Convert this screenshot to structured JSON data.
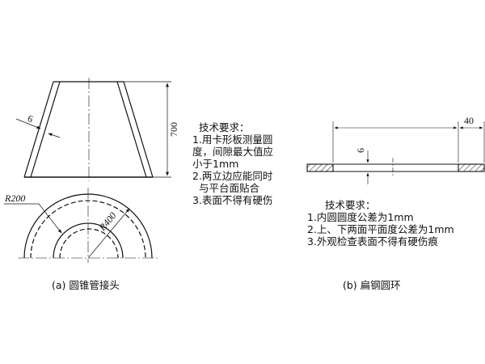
{
  "figure_a": {
    "dims": {
      "thickness": "6",
      "height": "700",
      "outer_radius": "R200",
      "inner_radius": "R400"
    },
    "requirements": {
      "title": "技术要求：",
      "lines": [
        "1.用卡形板测量圆",
        "度，间隙最大值应",
        "小于1mm",
        "2.两立边应能同时",
        "与平台面贴合",
        "3.表面不得有硬伤"
      ]
    },
    "caption": "(a) 圆锥管接头"
  },
  "figure_b": {
    "dims": {
      "width": "40",
      "thickness": "6"
    },
    "requirements": {
      "title": "技术要求：",
      "lines": [
        "1.内圆圆度公差为1mm",
        "2.上、下两面平面度公差为1mm",
        "3.外观检查表面不得有硬伤痕"
      ]
    },
    "caption": "(b) 扁钢圆环"
  }
}
